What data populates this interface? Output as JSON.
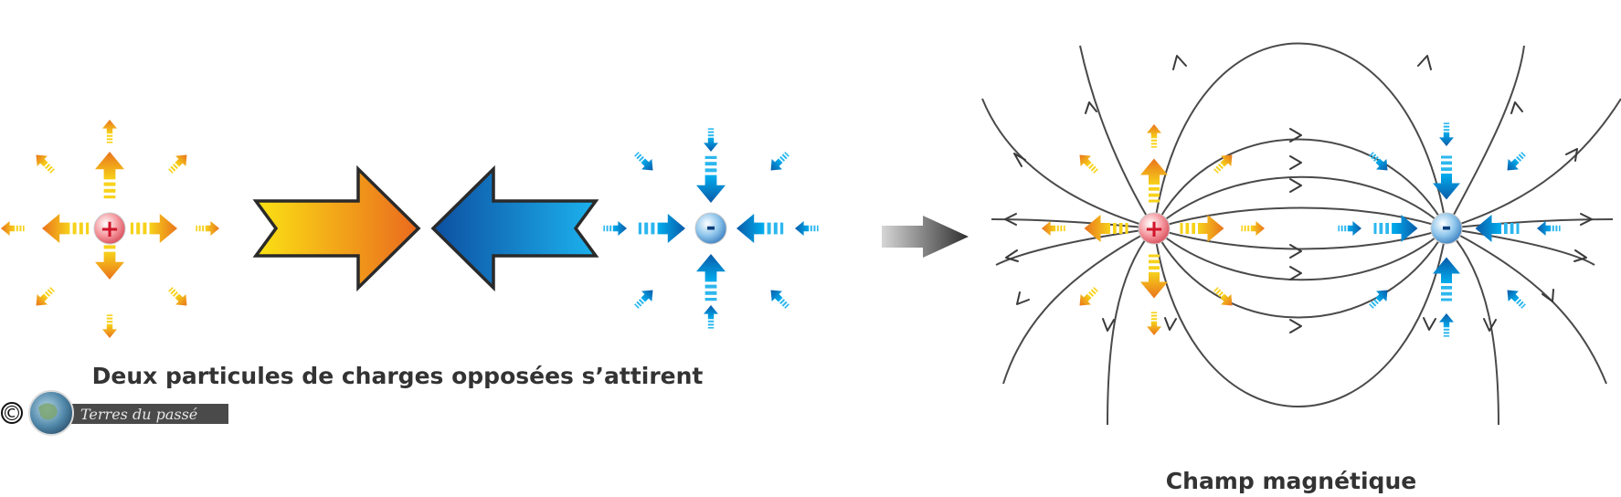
{
  "caption_attraction": "Deux particules de charges opposées s’attirent",
  "caption_field": "Champ magnétique",
  "watermark": {
    "copyright_symbol": "©",
    "text": "Terres du passé"
  },
  "charges": {
    "positive_symbol": "+",
    "negative_symbol": "-"
  },
  "colors": {
    "positive_gradient": [
      "#f7d21a",
      "#e9731c"
    ],
    "negative_gradient": [
      "#00aeef",
      "#0a5aa8"
    ],
    "field_line": "#4a4a4a",
    "caption": "#333333"
  }
}
